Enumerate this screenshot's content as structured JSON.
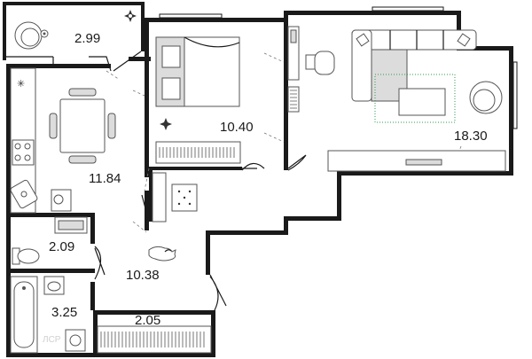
{
  "rooms": {
    "balcony_top": "2.99",
    "kitchen": "11.84",
    "bedroom": "10.40",
    "living": "18.30",
    "wc": "2.09",
    "hall": "10.38",
    "bathroom": "3.25",
    "balcony_bottom": "2.05"
  },
  "watermark": "ЛСР",
  "colors": {
    "wall": "#1a1a1a",
    "furniture_fill": "#dcdcdc",
    "accent_dots": "#2e9e4d"
  },
  "icons": [
    "plant-icon",
    "armchair-icon",
    "bed-icon",
    "dining-table-icon",
    "stove-icon",
    "sink-icon",
    "washing-machine-icon",
    "bathtub-icon",
    "toilet-icon",
    "sofa-icon",
    "desk-icon",
    "cat-icon"
  ]
}
